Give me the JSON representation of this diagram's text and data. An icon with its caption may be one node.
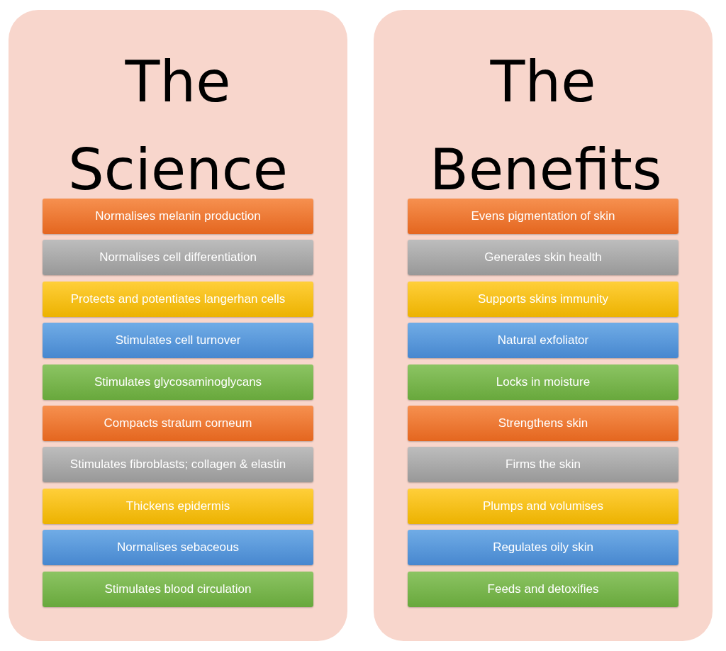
{
  "diagram": {
    "nodes": [
      {
        "text": [
          "The Science"
        ]
      },
      {
        "text": [
          "Normalises melanin production"
        ],
        "in": 0
      },
      {
        "text": [
          "Normalises cell differentiation"
        ],
        "in": 0
      },
      {
        "text": [
          "Protects and potentiates langerhan cells"
        ],
        "in": 0
      },
      {
        "text": [
          "Stimulates cell turnover"
        ],
        "in": 0
      },
      {
        "text": [
          "Stimulates glycosaminoglycans"
        ],
        "in": 0
      },
      {
        "text": [
          "Compacts stratum corneum"
        ],
        "in": 0
      },
      {
        "text": [
          "Stimulates fibroblasts; collagen & elastin"
        ],
        "in": 0
      },
      {
        "text": [
          "Thickens epidermis"
        ],
        "in": 0
      },
      {
        "text": [
          "Normalises sebaceous"
        ],
        "in": 0
      },
      {
        "text": [
          "Stimulates blood circulation"
        ],
        "in": 0
      },
      {
        "text": [
          "The Benefits"
        ]
      },
      {
        "text": [
          "Evens pigmentation of skin"
        ],
        "in": 11
      },
      {
        "text": [
          "Generates skin health"
        ],
        "in": 11
      },
      {
        "text": [
          "Supports skins immunity"
        ],
        "in": 11
      },
      {
        "text": [
          "Natural exfoliator"
        ],
        "in": 11
      },
      {
        "text": [
          "Locks in moisture"
        ],
        "in": 11
      },
      {
        "text": [
          "Strengthens skin"
        ],
        "in": 11
      },
      {
        "text": [
          "Firms the skin"
        ],
        "in": 11
      },
      {
        "text": [
          "Plumps and volumises"
        ],
        "in": 11
      },
      {
        "text": [
          "Regulates oily skin"
        ],
        "in": 11
      },
      {
        "text": [
          "Feeds and detoxifies"
        ],
        "in": 11
      }
    ],
    "edges": []
  }
}
